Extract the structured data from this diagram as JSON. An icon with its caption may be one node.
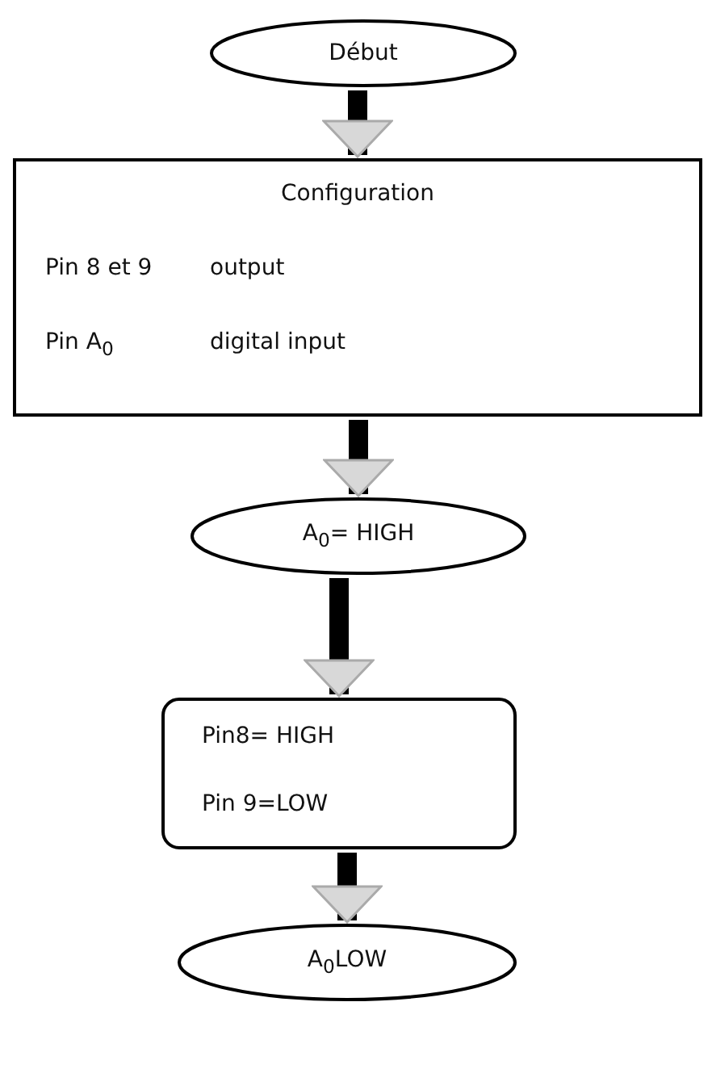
{
  "diagram": {
    "nodes": [
      {
        "text": [
          "Début"
        ]
      },
      {
        "text": [
          "Configuration",
          "Pin 8 et 9",
          "output",
          "Pin A$_{0}$",
          "digital input"
        ]
      },
      {
        "text": [
          "A$_{0}$= HIGH"
        ]
      },
      {
        "text": [
          "Pin8= HIGH",
          "Pin 9=LOW"
        ]
      },
      {
        "text": [
          "A$_{0}$LOW"
        ]
      }
    ],
    "edges": [
      {
        "from": 0,
        "to": 1,
        "arrow": "to"
      },
      {
        "from": 1,
        "to": 2,
        "arrow": "to"
      },
      {
        "from": 2,
        "to": 3,
        "arrow": "to"
      },
      {
        "from": 3,
        "to": 4,
        "arrow": "to"
      }
    ]
  }
}
